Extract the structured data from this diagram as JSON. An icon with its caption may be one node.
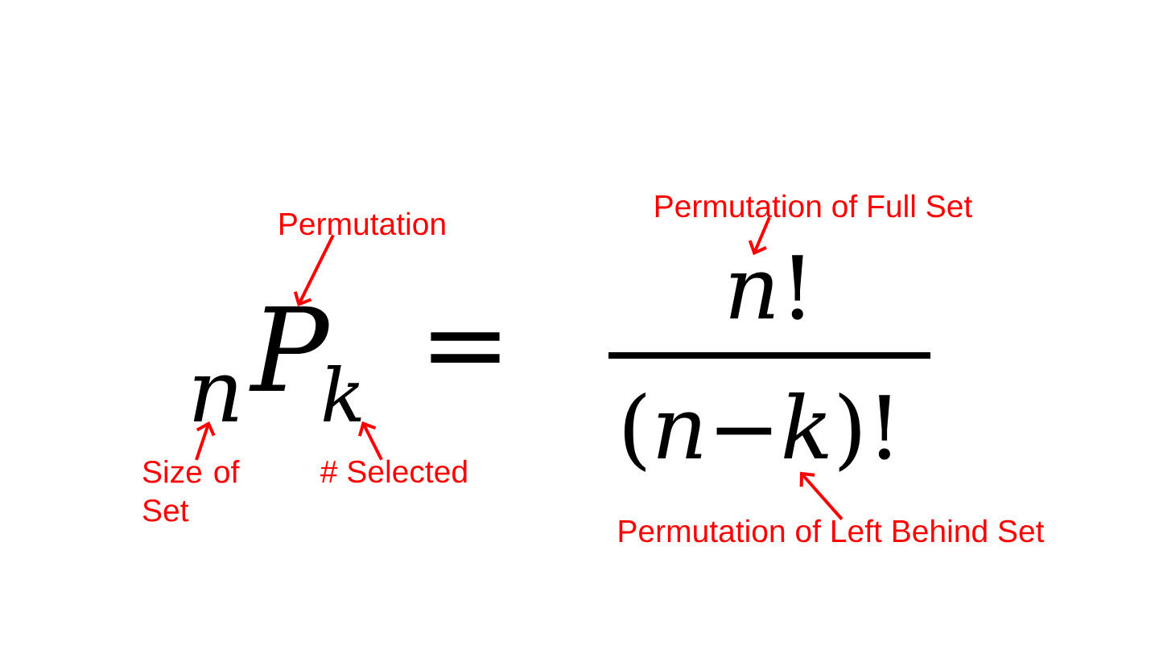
{
  "diagram": {
    "nodes": [
      {
        "text": [
          "Permutation"
        ]
      },
      {
        "text": [
          "Permutation of Full Set"
        ]
      },
      {
        "text": [
          "n"
        ]
      },
      {
        "text": [
          "P"
        ]
      },
      {
        "text": [
          "k"
        ]
      },
      {
        "text": [
          "*n*!"
        ]
      },
      {
        "text": [
          "(*n*−*k*)!"
        ]
      },
      {
        "text": [
          "Size of Set"
        ]
      },
      {
        "text": [
          "# Selected"
        ]
      },
      {
        "text": [
          "Permutation of Left Behind Set"
        ]
      }
    ],
    "edges": [
      {
        "from": 0,
        "to": 3,
        "arrow": "to"
      },
      {
        "from": 1,
        "to": 5,
        "arrow": "to"
      },
      {
        "from": 7,
        "to": 2,
        "arrow": "to"
      },
      {
        "from": 8,
        "to": 4,
        "arrow": "to"
      },
      {
        "from": 9,
        "to": 6,
        "arrow": "to"
      }
    ],
    "labels": [
      "="
    ]
  }
}
